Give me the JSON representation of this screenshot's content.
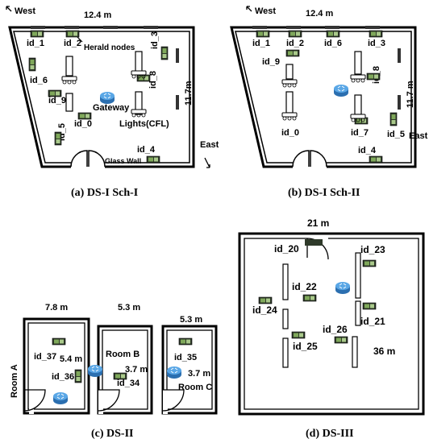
{
  "panels": {
    "a": {
      "caption": "(a) DS-I Sch-I",
      "west": "West",
      "east": "East",
      "width_label": "12.4 m",
      "height_label": "11.7m",
      "nodes": [
        "id_1",
        "id_2",
        "id_3",
        "id_6",
        "id_9",
        "id_8",
        "id_0",
        "id_5",
        "id_4"
      ],
      "herald": "Herald nodes",
      "gateway": "Gateway",
      "lights": "Lights(CFL)",
      "glass": "Glass Wall"
    },
    "b": {
      "caption": "(b) DS-I Sch-II",
      "west": "West",
      "east": "East",
      "width_label": "12.4 m",
      "height_label": "11.7 m",
      "nodes": [
        "id_1",
        "id_2",
        "id_6",
        "id_3",
        "id_9",
        "id_8",
        "id_0",
        "id_7",
        "id_5",
        "id_4"
      ]
    },
    "c": {
      "caption": "(c) DS-II",
      "dims": [
        "7.8 m",
        "5.3 m",
        "5.3 m",
        "5.4 m",
        "3.7 m",
        "3.7 m"
      ],
      "rooms": [
        "Room A",
        "Room B",
        "Room C"
      ],
      "nodes": [
        "id_37",
        "id_36",
        "id_34",
        "id_35"
      ]
    },
    "d": {
      "caption": "(d) DS-III",
      "width_label": "21 m",
      "height_label": "36 m",
      "nodes": [
        "id_20",
        "id_23",
        "id_22",
        "id_24",
        "id_21",
        "id_26",
        "id_25"
      ]
    }
  },
  "colors": {
    "wall": "#000000",
    "router": "#3b8fd6",
    "sensor": "#3a5a2a"
  }
}
